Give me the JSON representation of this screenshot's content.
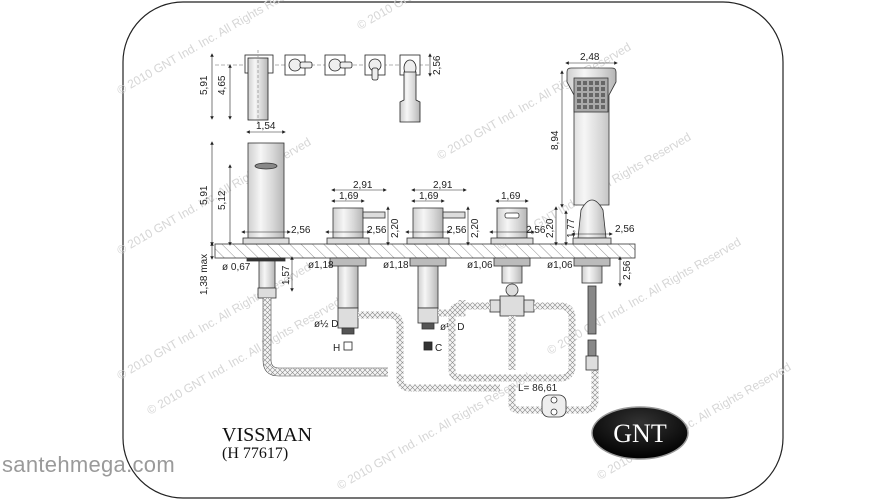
{
  "product": {
    "name": "VISSMAN",
    "code": "(H 77617)"
  },
  "logo": {
    "text": "GNT",
    "bg": "#000000",
    "fg": "#ffffff"
  },
  "site_watermark": "santehmega.com",
  "copyright_watermark": "© 2010 GNT Ind. Inc. All Rights Reserved",
  "top_view": {
    "height_total": "5,91",
    "height_spout": "4,65",
    "width": "1,54",
    "handle_height": "2,56"
  },
  "spout": {
    "width": "1,54",
    "height_total": "5,91",
    "height_outlet": "5,12",
    "base": "2,56",
    "deck_max": "1,38 max",
    "hole_dia": "ø 0,67",
    "shank": "1,57"
  },
  "valve_hot": {
    "width_total": "2,91",
    "width_body": "1,69",
    "base": "2,56",
    "height": "2,20",
    "hole_dia": "ø1,18",
    "inlet": "ø½ D",
    "label": "H"
  },
  "valve_cold": {
    "width_total": "2,91",
    "width_body": "1,69",
    "base": "2,56",
    "height": "2,20",
    "hole_dia": "ø1,18",
    "inlet": "ø½ D",
    "label": "C"
  },
  "diverter": {
    "width_body": "1,69",
    "base": "2,56",
    "height": "2,20",
    "hole_dia": "ø1,06"
  },
  "handshower": {
    "width": "2,48",
    "height": "8,94",
    "holder_height": "1,77",
    "base": "2,56",
    "hole_dia": "ø1,06",
    "shank": "2,56"
  },
  "hose": {
    "length": "L= 86,61"
  }
}
